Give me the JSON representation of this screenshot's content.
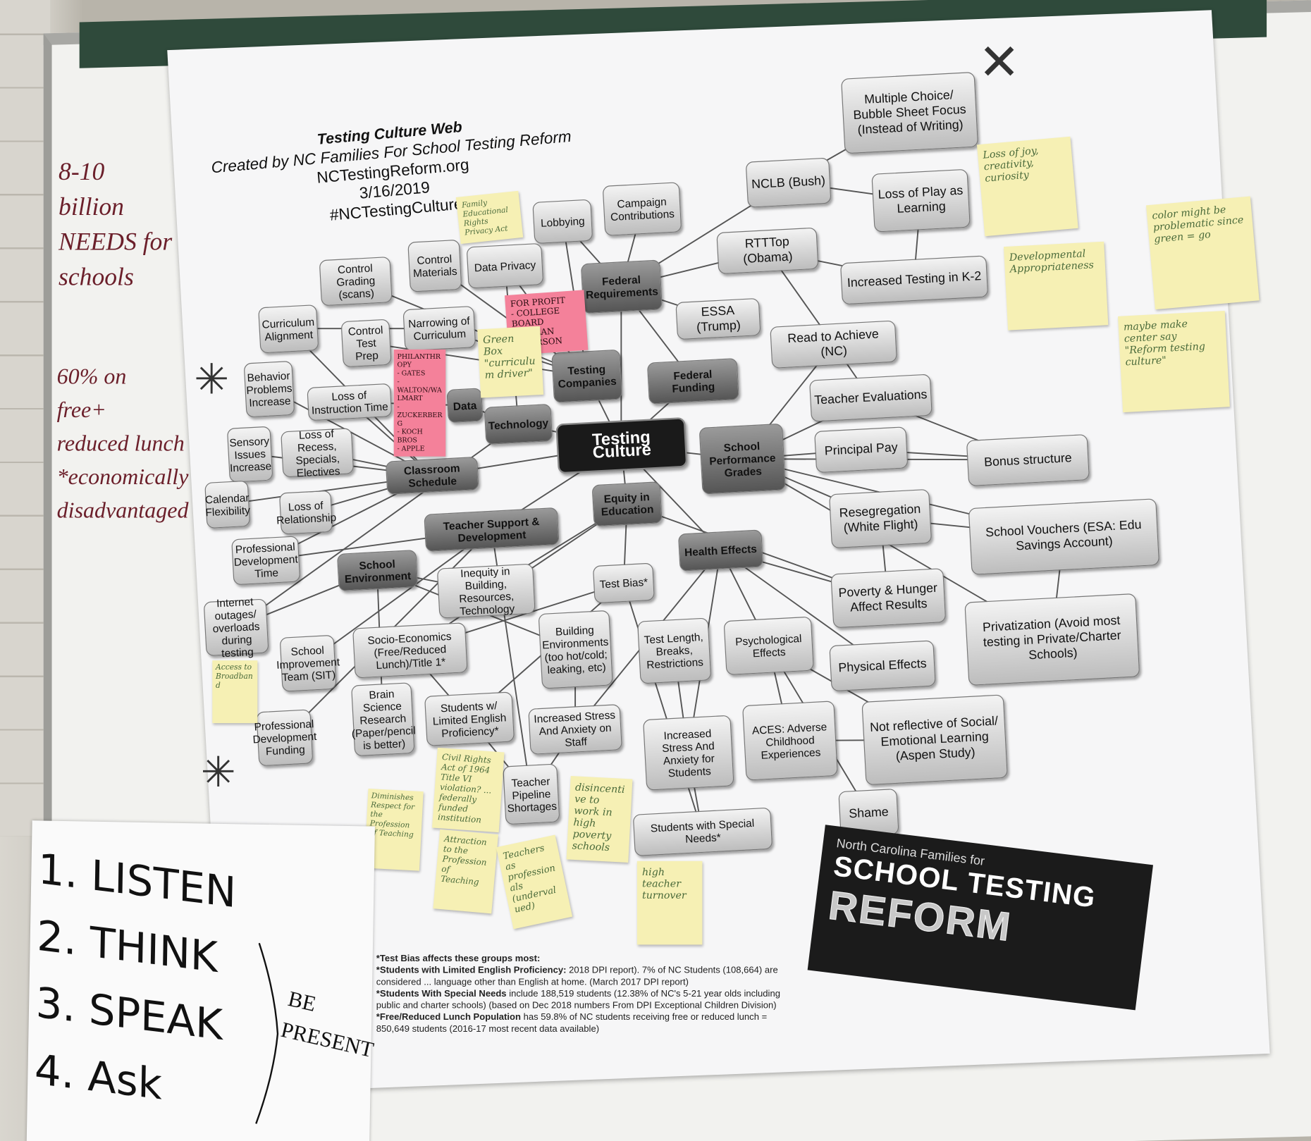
{
  "poster": {
    "title": "Testing Culture Web",
    "created_by": "Created by NC Families For School Testing Reform",
    "website": "NCTestingReform.org",
    "date": "3/16/2019",
    "hashtag": "#NCTestingCulture"
  },
  "nodes": [
    {
      "label": "Multiple Choice/ Bubble Sheet Focus (Instead of Writing)",
      "style": "big"
    },
    {
      "label": "NCLB (Bush)",
      "style": "big"
    },
    {
      "label": "Loss of Play as Learning",
      "style": "big"
    },
    {
      "label": "Campaign Contributions",
      "style": "normal"
    },
    {
      "label": "Lobbying",
      "style": "normal"
    },
    {
      "label": "RTTTop (Obama)",
      "style": "big"
    },
    {
      "label": "Control Materials",
      "style": "normal"
    },
    {
      "label": "Data Privacy",
      "style": "normal"
    },
    {
      "label": "Control Grading (scans)",
      "style": "normal"
    },
    {
      "label": "Federal Requirements",
      "style": "dark"
    },
    {
      "label": "Increased Testing in K-2",
      "style": "big"
    },
    {
      "label": "ESSA (Trump)",
      "style": "big"
    },
    {
      "label": "Curriculum Alignment",
      "style": "normal"
    },
    {
      "label": "Narrowing of Curriculum",
      "style": "normal"
    },
    {
      "label": "Control Test Prep",
      "style": "normal"
    },
    {
      "label": "Read to Achieve (NC)",
      "style": "big"
    },
    {
      "label": "Testing Companies",
      "style": "dark"
    },
    {
      "label": "Federal Funding",
      "style": "dark"
    },
    {
      "label": "Behavior Problems Increase",
      "style": "normal"
    },
    {
      "label": "Loss of Instruction Time",
      "style": "normal"
    },
    {
      "label": "Data",
      "style": "dark"
    },
    {
      "label": "Teacher Evaluations",
      "style": "big"
    },
    {
      "label": "Technology",
      "style": "dark"
    },
    {
      "label": "Testing Culture",
      "style": "main"
    },
    {
      "label": "School Performance Grades",
      "style": "dark"
    },
    {
      "label": "Principal Pay",
      "style": "big"
    },
    {
      "label": "Bonus structure",
      "style": "big"
    },
    {
      "label": "Sensory Issues Increase",
      "style": "normal"
    },
    {
      "label": "Loss of Recess, Specials, Electives",
      "style": "normal"
    },
    {
      "label": "Classroom Schedule",
      "style": "dark"
    },
    {
      "label": "Calendar Flexibility",
      "style": "normal"
    },
    {
      "label": "Loss of Relationship",
      "style": "normal"
    },
    {
      "label": "Equity in Education",
      "style": "dark"
    },
    {
      "label": "Resegregation (White Flight)",
      "style": "big"
    },
    {
      "label": "School Vouchers (ESA: Edu Savings Account)",
      "style": "big"
    },
    {
      "label": "Teacher Support & Development",
      "style": "dark"
    },
    {
      "label": "Professional Development Time",
      "style": "normal"
    },
    {
      "label": "School Environment",
      "style": "dark"
    },
    {
      "label": "Health Effects",
      "style": "dark"
    },
    {
      "label": "Inequity in Building, Resources, Technology",
      "style": "normal"
    },
    {
      "label": "Test Bias*",
      "style": "normal"
    },
    {
      "label": "Poverty & Hunger Affect Results",
      "style": "big"
    },
    {
      "label": "Internet outages/ overloads during testing",
      "style": "normal"
    },
    {
      "label": "Privatization (Avoid most testing in Private/Charter Schools)",
      "style": "big"
    },
    {
      "label": "Building Environments (too hot/cold; leaking, etc)",
      "style": "normal"
    },
    {
      "label": "Test Length, Breaks, Restrictions",
      "style": "normal"
    },
    {
      "label": "Psychological Effects",
      "style": "normal"
    },
    {
      "label": "Socio-Economics (Free/Reduced Lunch)/Title 1*",
      "style": "normal"
    },
    {
      "label": "School Improvement Team (SIT)",
      "style": "normal"
    },
    {
      "label": "Physical Effects",
      "style": "big"
    },
    {
      "label": "Brain Science Research (Paper/pencil is better)",
      "style": "normal"
    },
    {
      "label": "Students w/ Limited English Proficiency*",
      "style": "normal"
    },
    {
      "label": "Increased Stress And Anxiety on Staff",
      "style": "normal"
    },
    {
      "label": "Increased Stress And Anxiety for Students",
      "style": "normal"
    },
    {
      "label": "ACES: Adverse Childhood Experiences",
      "style": "normal"
    },
    {
      "label": "Not reflective of Social/ Emotional Learning (Aspen Study)",
      "style": "big"
    },
    {
      "label": "Professional Development Funding",
      "style": "normal"
    },
    {
      "label": "Teacher Pipeline Shortages",
      "style": "normal"
    },
    {
      "label": "Shame",
      "style": "big"
    },
    {
      "label": "Students with Special Needs*",
      "style": "normal"
    }
  ],
  "footnotes": {
    "heading": "*Test Bias affects these groups most:",
    "lep_label": "*Students with Limited English Proficiency:",
    "lep_text": "2018 DPI report). 7% of NC Students (108,664) are considered ... language other than English at home. (March 2017 DPI report)",
    "sn_label": "*Students With Special Needs",
    "sn_text": "include 188,519 students (12.38% of NC's 5-21 year olds including public and charter schools) (based on Dec 2018 numbers From DPI Exceptional Children Division)",
    "frl_label": "*Free/Reduced Lunch Population",
    "frl_text": "has 59.8% of NC students receiving free or reduced lunch = 850,649 students (2016-17 most recent data available)"
  },
  "logo": {
    "line1": "North Carolina Families for",
    "line2": "SCHOOL TESTING",
    "line3": "REFORM"
  },
  "stickies": [
    {
      "text": "Family Educational Rights Privacy Act",
      "color": "yellow"
    },
    {
      "text": "FOR PROFIT\n- COLLEGE BOARD\n- KAPLAN\n- PEARSON",
      "color": "pink"
    },
    {
      "text": "PHILANTHROPY\n- GATES\n- WALTON/WALMART\n- ZUCKERBERG\n- KOCH BROS\n- APPLE",
      "color": "pink"
    },
    {
      "text": "Green Box \"curriculum driver\"",
      "color": "yellow"
    },
    {
      "text": "Loss of joy, creativity, curiosity",
      "color": "yellow"
    },
    {
      "text": "Developmental Appropriateness",
      "color": "yellow"
    },
    {
      "text": "color might be problematic since green = go",
      "color": "yellow"
    },
    {
      "text": "maybe make center say \"Reform testing culture\"",
      "color": "yellow"
    },
    {
      "text": "Access to Broadband",
      "color": "yellow"
    },
    {
      "text": "Civil Rights Act of 1964 Title VI violation? ... federally funded institution",
      "color": "yellow"
    },
    {
      "text": "Diminishes Respect for the Profession of Teaching",
      "color": "yellow"
    },
    {
      "text": "Attraction to the Profession of Teaching",
      "color": "yellow"
    },
    {
      "text": "Teachers as professionals (undervalued)",
      "color": "yellow"
    },
    {
      "text": "disincentive to work in high poverty schools",
      "color": "yellow"
    },
    {
      "text": "high teacher turnover",
      "color": "yellow"
    }
  ],
  "whiteboard": {
    "note1": "8-10\nbillion\nNEEDS for\nschools",
    "note2": "60% on\nfree+\nreduced lunch\n*economically\ndisadvantaged"
  },
  "paper_sign": {
    "steps": "1. LISTEN\n2. THINK\n3. SPEAK\n4. Ask",
    "be_present": "BE\nPRESENT"
  }
}
